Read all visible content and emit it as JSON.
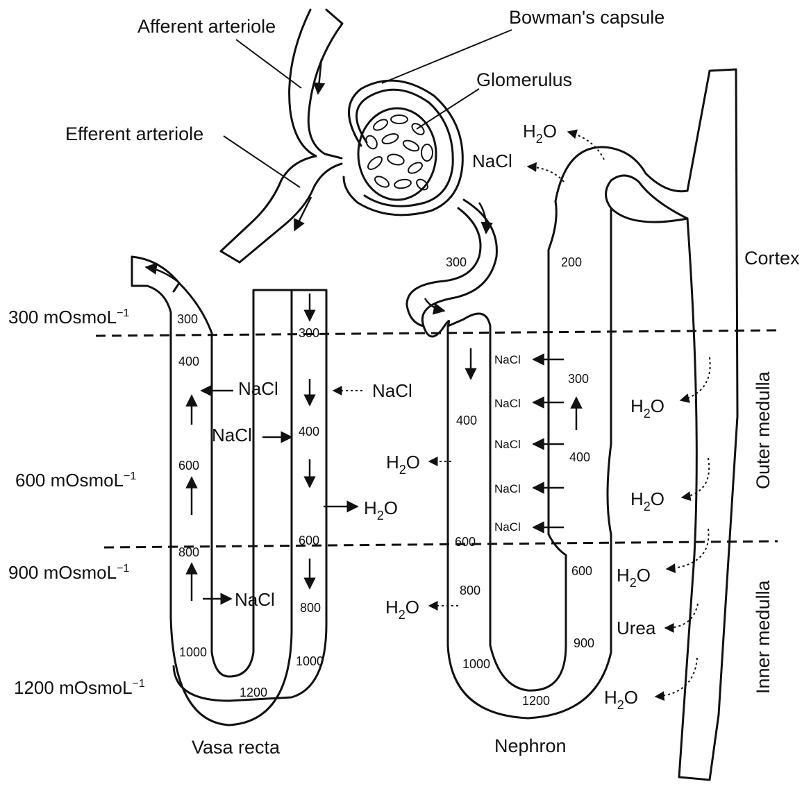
{
  "structures": {
    "afferent": "Afferent arteriole",
    "efferent": "Efferent  arteriole",
    "bowman": "Bowman's capsule",
    "glomerulus": "Glomerulus",
    "vasa_recta": "Vasa recta",
    "nephron": "Nephron"
  },
  "zones": {
    "cortex": "Cortex",
    "outer": "Outer medulla",
    "inner": "Inner medulla"
  },
  "levels": {
    "l300": "300 mOsmoL",
    "l600": "600 mOsmoL",
    "l900": "900 mOsmoL",
    "l1200": "1200 mOsmoL",
    "exponent": "−1"
  },
  "solutes": {
    "water_main": "H",
    "water_sub": "2",
    "water_end": "O",
    "salt": "NaCl",
    "urea": "Urea"
  },
  "vasa_values": {
    "asc": [
      "300",
      "400",
      "600",
      "800",
      "1000"
    ],
    "bottom": "1200",
    "desc": [
      "300",
      "400",
      "600",
      "800",
      "1000"
    ]
  },
  "nephron_values": {
    "pct": "300",
    "dct": "200",
    "desc": [
      "400",
      "600",
      "800",
      "1000"
    ],
    "bottom": "1200",
    "asc": [
      "300",
      "400",
      "600",
      "900"
    ]
  }
}
